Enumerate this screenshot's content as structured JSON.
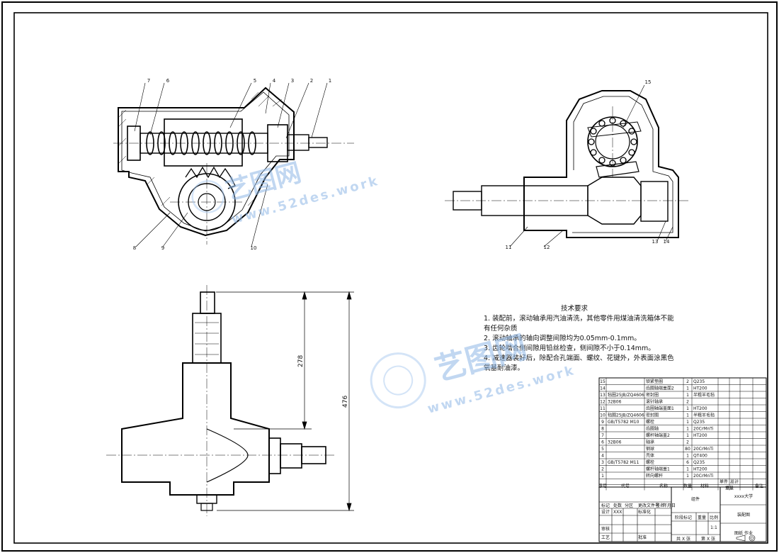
{
  "tech_requirements": {
    "title": "技术要求",
    "lines": [
      "1. 装配前，滚动轴承用汽油清洗，其他零件用煤油清洗箱体不能",
      "有任何杂质",
      "2. 滚动轴承的轴向调整间隙均为0.05mm-0.1mm。",
      "3. 齿轮啮合侧间隙用铅丝检查，侧间隙不小于0.14mm。",
      "4. 减速器装好后，除配合孔端面、螺纹、花键外，外表面涂黑色",
      "氧基耐油漆。"
    ]
  },
  "dimensions": {
    "overall": "476",
    "inner": "278"
  },
  "balloons_top_left": [
    "7",
    "6",
    "5",
    "4",
    "3",
    "2",
    "1",
    "8",
    "9",
    "10"
  ],
  "balloons_top_right": [
    "15",
    "11",
    "12",
    "13",
    "14"
  ],
  "watermarks": [
    {
      "brand": "艺图网",
      "url": "www.52des.work"
    },
    {
      "brand": "艺图网",
      "url": "www.52des.work"
    }
  ],
  "bom": {
    "rows": [
      {
        "no": "15",
        "code": "",
        "name": "锁紧垫圈",
        "qty": "2",
        "mat": "Q235"
      },
      {
        "no": "14",
        "code": "",
        "name": "齿圈轴端盖面2",
        "qty": "1",
        "mat": "HT200"
      },
      {
        "no": "13",
        "code": "毡圈25JB/ZQ4606",
        "name": "密封圈",
        "qty": "1",
        "mat": "半粗羊毛毡"
      },
      {
        "no": "12",
        "code": "32B06",
        "name": "滚针轴承",
        "qty": "2",
        "mat": ""
      },
      {
        "no": "11",
        "code": "",
        "name": "齿圈轴端盖面1",
        "qty": "1",
        "mat": "HT200"
      },
      {
        "no": "10",
        "code": "毡圈25JB/ZQ4606",
        "name": "密封圈",
        "qty": "1",
        "mat": "半粗羊毛毡"
      },
      {
        "no": "9",
        "code": "GB/T5782 M10",
        "name": "螺栓",
        "qty": "1",
        "mat": "Q235"
      },
      {
        "no": "8",
        "code": "",
        "name": "齿圈轴",
        "qty": "1",
        "mat": "20CrMnTi"
      },
      {
        "no": "7",
        "code": "",
        "name": "螺杆轴端盖2",
        "qty": "1",
        "mat": "HT200"
      },
      {
        "no": "6",
        "code": "32B06",
        "name": "轴承",
        "qty": "2",
        "mat": ""
      },
      {
        "no": "5",
        "code": "",
        "name": "钢球",
        "qty": "80",
        "mat": "20CrMnTi"
      },
      {
        "no": "4",
        "code": "",
        "name": "壳体",
        "qty": "1",
        "mat": "QT400"
      },
      {
        "no": "3",
        "code": "GB/T5782 M11",
        "name": "螺栓",
        "qty": "6",
        "mat": "Q235"
      },
      {
        "no": "2",
        "code": "",
        "name": "螺杆轴端盖1",
        "qty": "1",
        "mat": "HT200"
      },
      {
        "no": "1",
        "code": "",
        "name": "转向螺杆",
        "qty": "1",
        "mat": "20CrMnTi"
      }
    ],
    "header": {
      "no": "序号",
      "code": "代号",
      "name": "名称",
      "qty": "数量",
      "mat": "材料",
      "unit": "单件",
      "total": "总计",
      "weight": "重量",
      "remark": "备注"
    }
  },
  "title_block": {
    "university": "xxxx大学",
    "assembly": "组件",
    "drawing_name": "装配图",
    "drawing_no": "图纸 作业",
    "stage": "阶段标记",
    "weight": "重量",
    "scale": "比例",
    "scale_value": "1:1",
    "sheets": "共 X 张",
    "sheet": "第 X 张",
    "designer": "设计",
    "designer_name": "XXX",
    "standard": "标准化",
    "review": "审核",
    "process": "工艺",
    "approve": "批准",
    "mark": "标记",
    "count": "处数",
    "zone": "分区",
    "change_no": "更改文件号",
    "sign": "签名",
    "date": "年月日"
  }
}
